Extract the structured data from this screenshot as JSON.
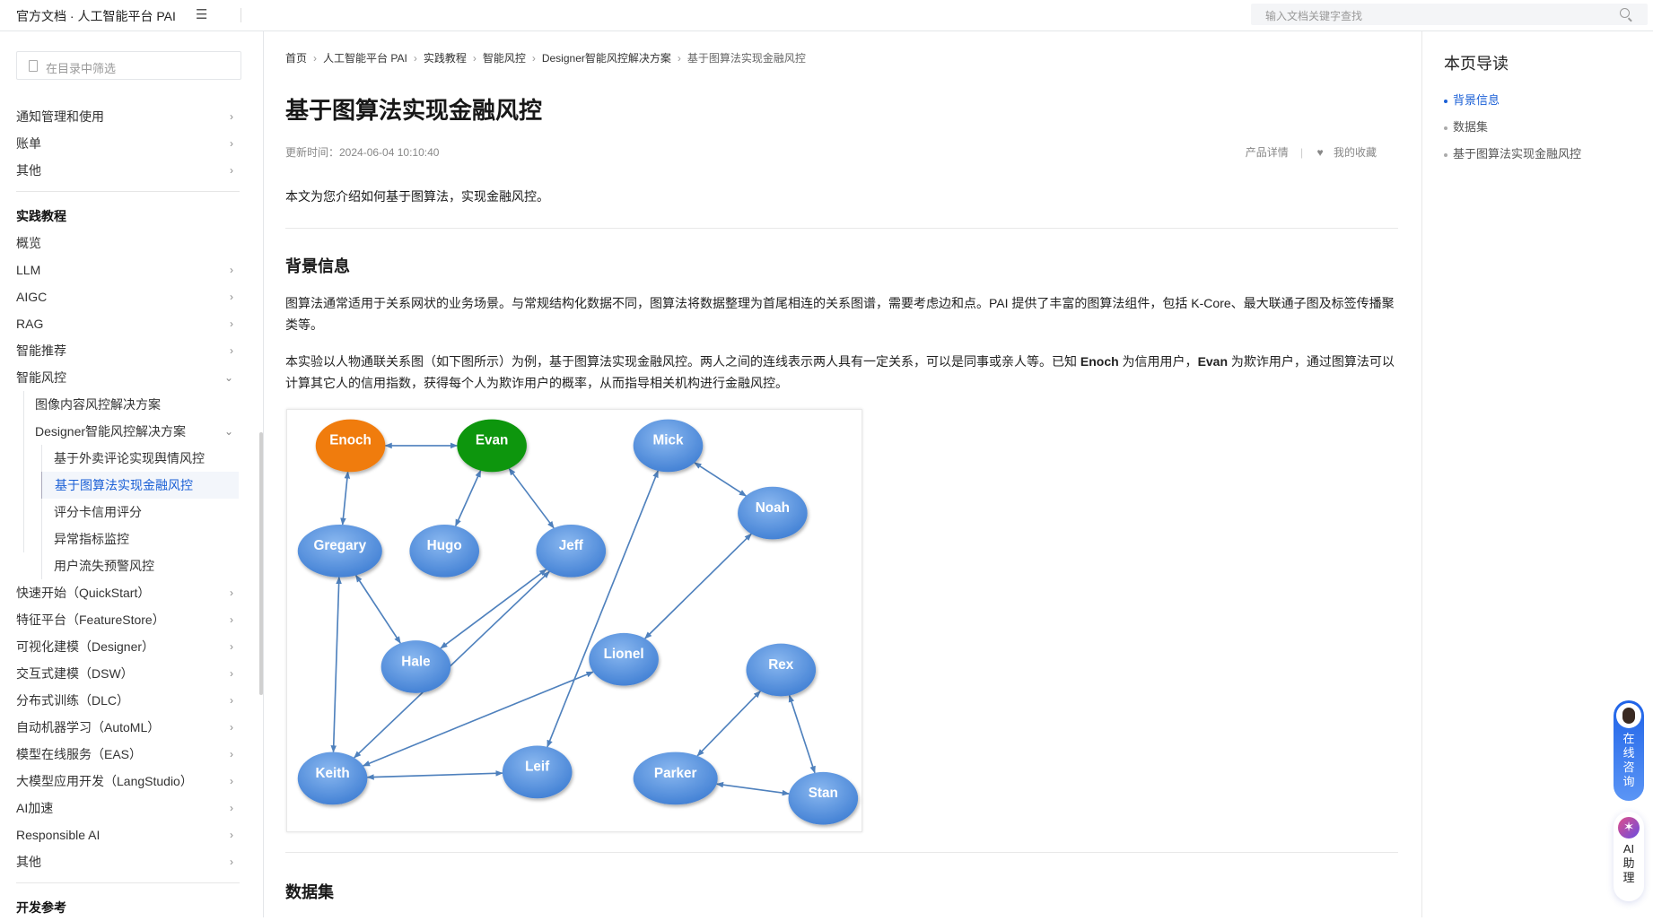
{
  "topbar": {
    "brand": "官方文档 · 人工智能平台 PAI",
    "menu_icon": "hamburger-icon",
    "search_placeholder": "输入文档关键字查找"
  },
  "sidebar": {
    "filter_placeholder": "在目录中筛选",
    "group1": [
      {
        "label": "通知管理和使用"
      },
      {
        "label": "账单"
      },
      {
        "label": "其他"
      }
    ],
    "section": "实践教程",
    "group2": [
      {
        "label": "概览",
        "chev": ""
      },
      {
        "label": "LLM",
        "chev": "›"
      },
      {
        "label": "AIGC",
        "chev": "›"
      },
      {
        "label": "RAG",
        "chev": "›"
      },
      {
        "label": "智能推荐",
        "chev": "›"
      },
      {
        "label": "智能风控",
        "chev": "⌄"
      }
    ],
    "risk": {
      "image": "图像内容风控解决方案",
      "designer": "Designer智能风控解决方案",
      "children": [
        "基于外卖评论实现舆情风控",
        "基于图算法实现金融风控",
        "评分卡信用评分",
        "异常指标监控",
        "用户流失预警风控"
      ]
    },
    "group3": [
      {
        "label": "快速开始（QuickStart）"
      },
      {
        "label": "特征平台（FeatureStore）"
      },
      {
        "label": "可视化建模（Designer）"
      },
      {
        "label": "交互式建模（DSW）"
      },
      {
        "label": "分布式训练（DLC）"
      },
      {
        "label": "自动机器学习（AutoML）"
      },
      {
        "label": "模型在线服务（EAS）"
      },
      {
        "label": "大模型应用开发（LangStudio）"
      },
      {
        "label": "AI加速"
      },
      {
        "label": "Responsible AI"
      },
      {
        "label": "其他"
      }
    ],
    "section2": "开发参考"
  },
  "breadcrumb": [
    "首页",
    "人工智能平台 PAI",
    "实践教程",
    "智能风控",
    "Designer智能风控解决方案",
    "基于图算法实现金融风控"
  ],
  "article": {
    "title": "基于图算法实现金融风控",
    "updated": "更新时间：2024-06-04 10:10:40",
    "product_detail": "产品详情",
    "favorites": "我的收藏",
    "intro": "本文为您介绍如何基于图算法，实现金融风控。",
    "h_background": "背景信息",
    "p1": "图算法通常适用于关系网状的业务场景。与常规结构化数据不同，图算法将数据整理为首尾相连的关系图谱，需要考虑边和点。PAI 提供了丰富的图算法组件，包括 K-Core、最大联通子图及标签传播聚类等。",
    "p2_a": "本实验以人物通联关系图（如下图所示）为例，基于图算法实现金融风控。两人之间的连线表示两人具有一定关系，可以是同事或亲人等。已知 ",
    "p2_enoch": "Enoch",
    "p2_b": " 为信用用户，",
    "p2_evan": "Evan",
    "p2_c": " 为欺诈用户，通过图算法可以计算其它人的信用指数，获得每个人为欺诈用户的概率，从而指导相关机构进行金融风控。",
    "h_dataset": "数据集"
  },
  "graph": {
    "colors": {
      "credit": "#f07b0f",
      "fraud": "#0a960a",
      "default": "#5b95e0",
      "edge": "#4f81bd"
    },
    "nodes": [
      {
        "name": "Enoch",
        "role": "credit"
      },
      {
        "name": "Evan",
        "role": "fraud"
      },
      {
        "name": "Mick"
      },
      {
        "name": "Noah"
      },
      {
        "name": "Gregary"
      },
      {
        "name": "Hugo"
      },
      {
        "name": "Jeff"
      },
      {
        "name": "Hale"
      },
      {
        "name": "Lionel"
      },
      {
        "name": "Rex"
      },
      {
        "name": "Keith"
      },
      {
        "name": "Leif"
      },
      {
        "name": "Parker"
      },
      {
        "name": "Stan"
      }
    ],
    "edges": [
      [
        "Enoch",
        "Evan"
      ],
      [
        "Enoch",
        "Gregary"
      ],
      [
        "Evan",
        "Hugo"
      ],
      [
        "Evan",
        "Jeff"
      ],
      [
        "Mick",
        "Noah"
      ],
      [
        "Noah",
        "Lionel"
      ],
      [
        "Mick",
        "Leif"
      ],
      [
        "Gregary",
        "Keith"
      ],
      [
        "Gregary",
        "Hale"
      ],
      [
        "Jeff",
        "Hale"
      ],
      [
        "Jeff",
        "Keith"
      ],
      [
        "Keith",
        "Lionel"
      ],
      [
        "Keith",
        "Leif"
      ],
      [
        "Rex",
        "Parker"
      ],
      [
        "Rex",
        "Stan"
      ],
      [
        "Parker",
        "Stan"
      ]
    ]
  },
  "toc": {
    "title": "本页导读",
    "items": [
      "背景信息",
      "数据集",
      "基于图算法实现金融风控"
    ]
  },
  "floating": {
    "consult": [
      "在",
      "线",
      "咨",
      "询"
    ],
    "ai": [
      "AI",
      "助",
      "理"
    ]
  }
}
